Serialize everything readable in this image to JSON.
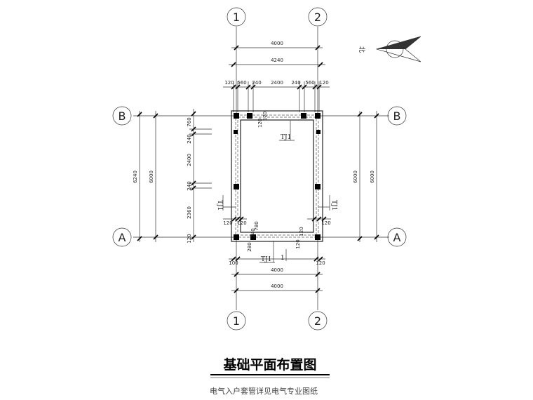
{
  "axes": {
    "top_1": "1",
    "top_2": "2",
    "bottom_1": "1",
    "bottom_2": "2",
    "left_B": "B",
    "left_A": "A",
    "right_B": "B",
    "right_A": "A"
  },
  "dims": {
    "top_4000": "4000",
    "top_4240": "4240",
    "top_120a": "120",
    "top_560a": "560",
    "top_240a": "240",
    "top_2400": "2400",
    "top_240b": "240",
    "top_560b": "560",
    "top_120b": "120",
    "bottom_4000a": "4000",
    "bottom_4000b": "4000",
    "bottom_100": "100",
    "bottom_120": "120",
    "left_6240": "6240",
    "left_6000": "6000",
    "left_760": "760",
    "left_240a": "240",
    "left_2400": "2400",
    "left_240b": "240",
    "left_2360": "2360",
    "left_120": "120",
    "right_6000a": "6000",
    "right_6000b": "6000",
    "inner_120_top": "120",
    "inner_120_120": "120",
    "inner_120_120_l": "120",
    "inner_120_120_r": "120",
    "inner_120_br": "120",
    "inner_280": "280",
    "inner_240": "240",
    "inner_780": "780",
    "inner_120_bot": "120",
    "inner_120_r2": "120"
  },
  "tags": {
    "tj1_top": "TJ1",
    "tj1_left": "TJ1",
    "tj1_right": "TJ1",
    "tj1_bottom": "TJ1",
    "section_mark": "1"
  },
  "north_label": "北",
  "title": "基础平面布置图",
  "note": "电气入户套管详见电气专业图纸"
}
